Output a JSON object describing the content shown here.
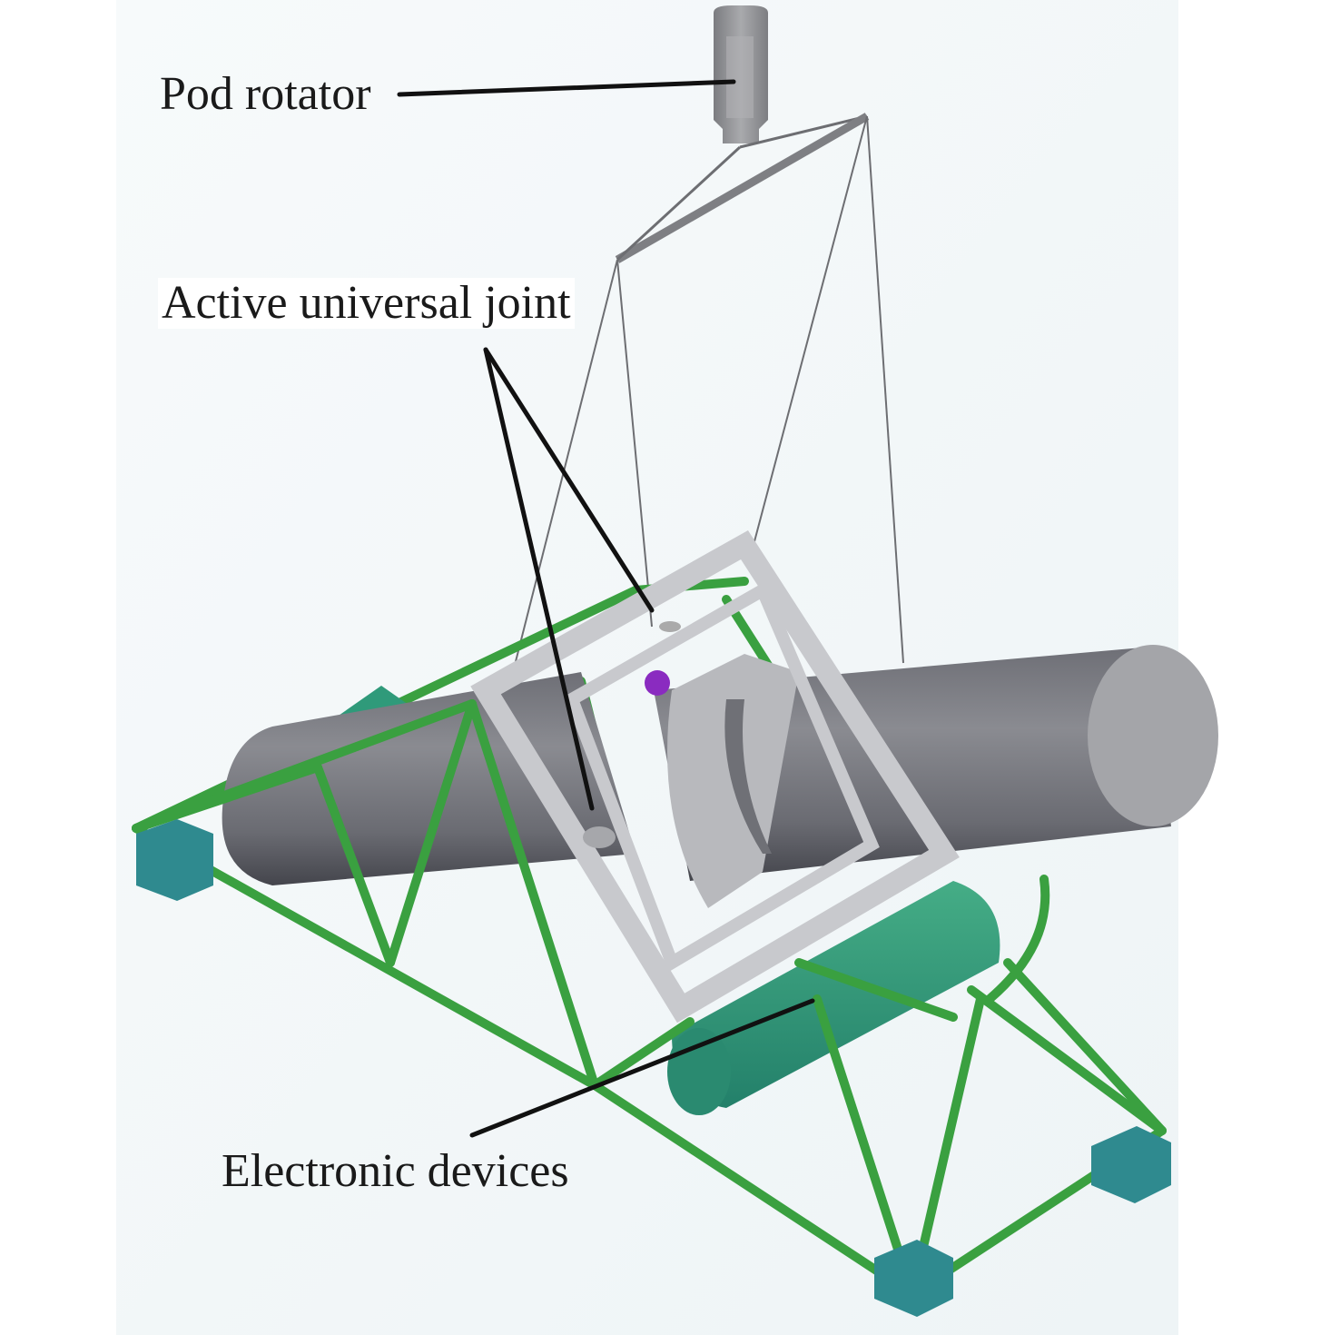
{
  "figure": {
    "description": "3D model of an underwater pipe-inspection pod with green truss frame, grey cylinders and a suspension rig",
    "labels": {
      "pod_rotator": "Pod rotator",
      "active_universal_joint": "Active universal joint",
      "electronic_devices": "Electronic devices"
    },
    "colors": {
      "background": "#f2f6f8",
      "truss_green": "#3aa040",
      "foot_teal": "#2f8a8f",
      "cylinder_grey": "#7e7f86",
      "cylinder_cap": "#a4a5a9",
      "frame_grey": "#c8c9cd",
      "electronics_green": "#2f9a7a",
      "joint_purple": "#8a2bc0",
      "leader_line": "#111111"
    }
  }
}
